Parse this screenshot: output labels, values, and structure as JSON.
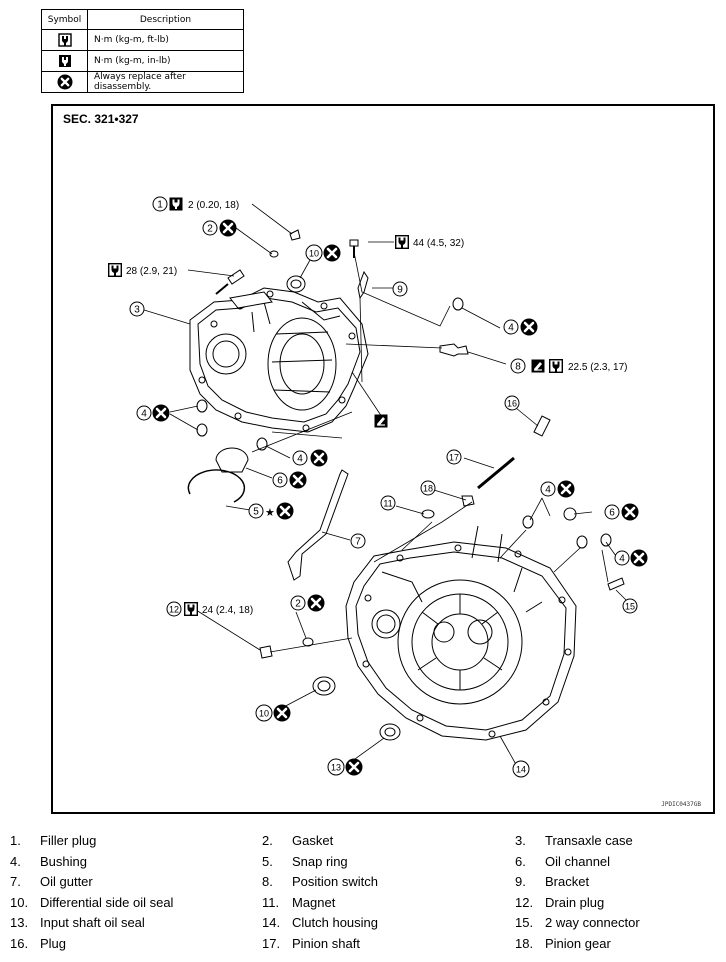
{
  "legend": {
    "header_symbol": "Symbol",
    "header_description": "Description",
    "rows": [
      {
        "icon": "torque-wrench-icon",
        "description": "N·m (kg-m, ft-lb)"
      },
      {
        "icon": "torque-wrench-inlb-icon",
        "description": "N·m (kg-m, in-lb)"
      },
      {
        "icon": "always-replace-icon",
        "description": "Always replace after disassembly."
      }
    ]
  },
  "figure": {
    "section": "SEC. 321•327",
    "code": "JPDIC0437GB",
    "callouts": {
      "c1_torque": "2 (0.20, 18)",
      "c28_torque": "28 (2.9, 21)",
      "c44_torque": "44 (4.5, 32)",
      "c8_torque": "22.5 (2.3, 17)",
      "c12_torque": "24 (2.4, 18)",
      "n1": "1",
      "n2": "2",
      "n3": "3",
      "n4": "4",
      "n5": "5",
      "n6": "6",
      "n7": "7",
      "n8": "8",
      "n9": "9",
      "n10": "10",
      "n11": "11",
      "n12": "12",
      "n13": "13",
      "n14": "14",
      "n15": "15",
      "n16": "16",
      "n17": "17",
      "n18": "18",
      "star": "★"
    }
  },
  "parts": [
    {
      "num": "1.",
      "name": "Filler plug"
    },
    {
      "num": "2.",
      "name": "Gasket"
    },
    {
      "num": "3.",
      "name": "Transaxle case"
    },
    {
      "num": "4.",
      "name": "Bushing"
    },
    {
      "num": "5.",
      "name": "Snap ring"
    },
    {
      "num": "6.",
      "name": "Oil channel"
    },
    {
      "num": "7.",
      "name": "Oil gutter"
    },
    {
      "num": "8.",
      "name": "Position switch"
    },
    {
      "num": "9.",
      "name": "Bracket"
    },
    {
      "num": "10.",
      "name": "Differential side oil seal"
    },
    {
      "num": "11.",
      "name": "Magnet"
    },
    {
      "num": "12.",
      "name": "Drain plug"
    },
    {
      "num": "13.",
      "name": "Input shaft oil seal"
    },
    {
      "num": "14.",
      "name": "Clutch housing"
    },
    {
      "num": "15.",
      "name": "2 way connector"
    },
    {
      "num": "16.",
      "name": "Plug"
    },
    {
      "num": "17.",
      "name": "Pinion shaft"
    },
    {
      "num": "18.",
      "name": "Pinion gear"
    }
  ]
}
